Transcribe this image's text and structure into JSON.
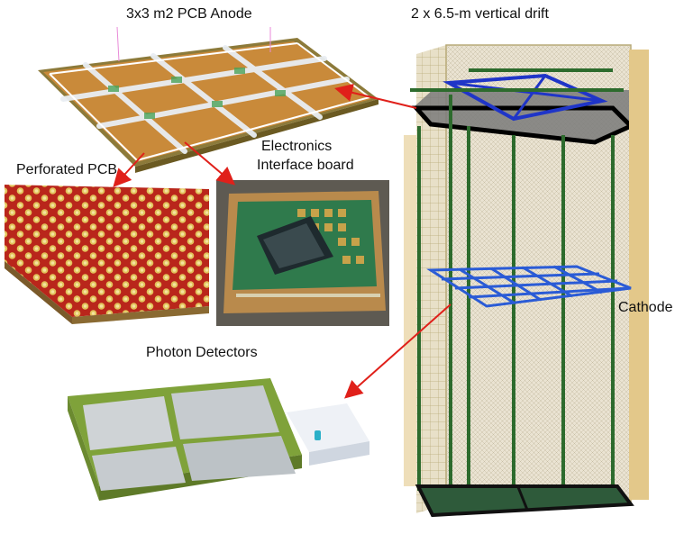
{
  "labels": {
    "anode": "3x3 m2 PCB Anode",
    "drift": "2 x 6.5-m vertical drift",
    "electronics_line1": "Electronics",
    "electronics_line2": "Interface board",
    "perforated": "Perforated PCB",
    "cathode": "Cathode",
    "photon": "Photon Detectors"
  },
  "colors": {
    "arrow": "#e0201a",
    "green_structure": "#2d6b2d",
    "anode_blue": "#1f35c8",
    "cathode_blue": "#2a5bd6",
    "pcb_copper": "#c98a3a",
    "frame_green": "#7fa23a"
  }
}
